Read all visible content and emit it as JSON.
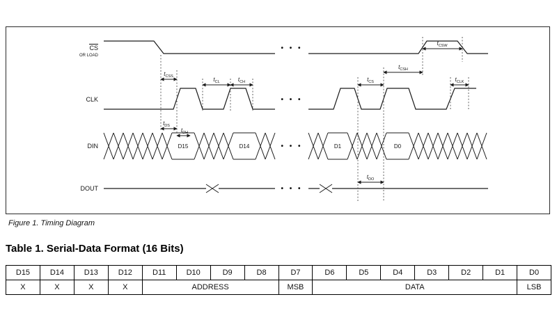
{
  "figure": {
    "caption": "Figure 1.  Timing Diagram",
    "break_dots": "• • •",
    "signals": {
      "cs": "CS",
      "cs_sub": "OR LOAD",
      "clk": "CLK",
      "din": "DIN",
      "dout": "DOUT"
    },
    "timing": {
      "tcss": {
        "base": "t",
        "sub": "CSS"
      },
      "tcl": {
        "base": "t",
        "sub": "CL"
      },
      "tch": {
        "base": "t",
        "sub": "CH"
      },
      "tds": {
        "base": "t",
        "sub": "DS"
      },
      "tdh": {
        "base": "t",
        "sub": "DH"
      },
      "tcs": {
        "base": "t",
        "sub": "CS"
      },
      "tcsh": {
        "base": "t",
        "sub": "CSH"
      },
      "tcsw": {
        "base": "t",
        "sub": "CSW"
      },
      "tclk": {
        "base": "t",
        "sub": "CLK"
      },
      "tdo": {
        "base": "t",
        "sub": "DO"
      }
    },
    "din_cells": {
      "d15": "D15",
      "d14": "D14",
      "d1": "D1",
      "d0": "D0"
    }
  },
  "table": {
    "title": "Table 1.  Serial-Data Format (16 Bits)",
    "columns": [
      "D15",
      "D14",
      "D13",
      "D12",
      "D11",
      "D10",
      "D9",
      "D8",
      "D7",
      "D6",
      "D5",
      "D4",
      "D3",
      "D2",
      "D1",
      "D0"
    ],
    "cells": [
      {
        "label": "X",
        "span": 1
      },
      {
        "label": "X",
        "span": 1
      },
      {
        "label": "X",
        "span": 1
      },
      {
        "label": "X",
        "span": 1
      },
      {
        "label": "ADDRESS",
        "span": 4
      },
      {
        "label": "MSB",
        "span": 1
      },
      {
        "label": "DATA",
        "span": 6
      },
      {
        "label": "LSB",
        "span": 1
      }
    ]
  }
}
